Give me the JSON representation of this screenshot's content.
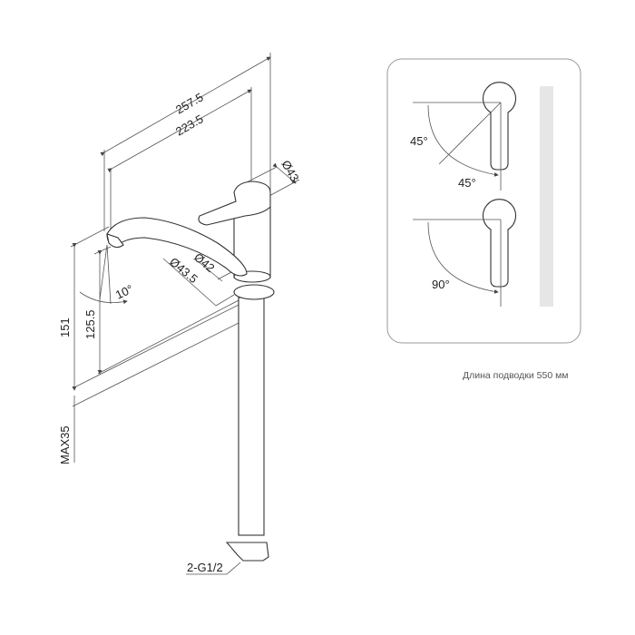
{
  "drawing": {
    "dimensions": {
      "overall_length": "257.5",
      "spout_reach": "223.5",
      "handle_diameter": "Ø43",
      "body_diameter": "Ø42",
      "base_diameter": "Ø43.5",
      "spout_angle": "10°",
      "total_height": "151",
      "spout_height": "125.5",
      "max_counter_thickness": "MAX35",
      "connection": "2-G1/2"
    },
    "rotation_panel": {
      "angle_a": "45°",
      "angle_b": "45°",
      "angle_c": "90°"
    },
    "hose_caption": "Длина подводки 550 мм"
  }
}
